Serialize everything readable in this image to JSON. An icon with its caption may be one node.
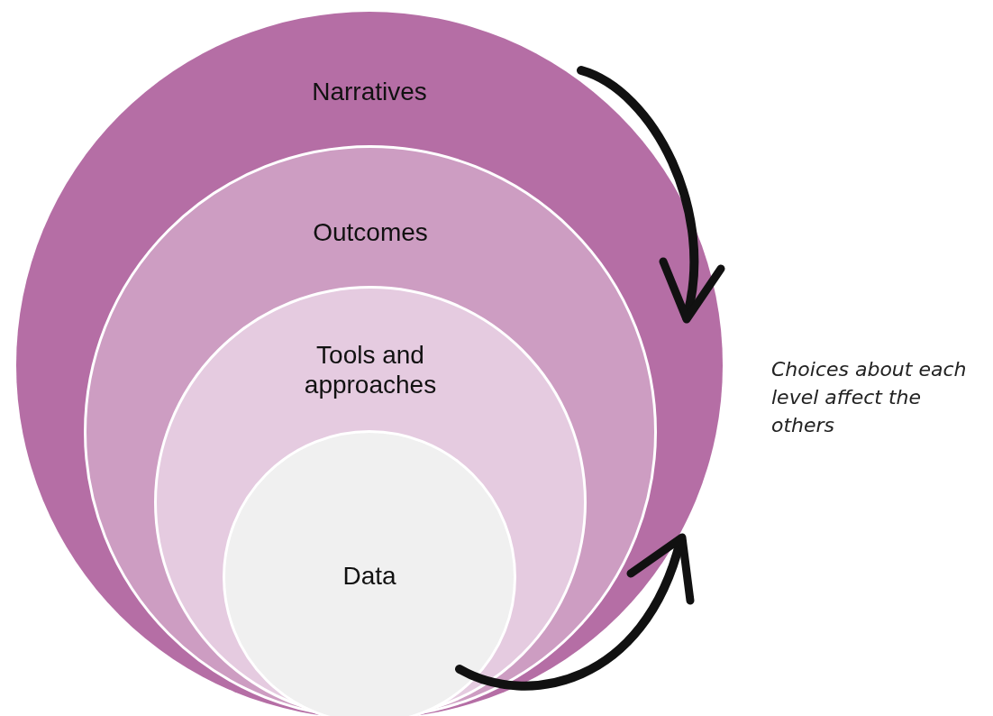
{
  "diagram": {
    "nodes": [
      {
        "text": [
          "Narratives"
        ]
      },
      {
        "text": [
          "Outcomes"
        ],
        "in": 0
      },
      {
        "text": [
          "Tools and approaches"
        ],
        "in": 1
      },
      {
        "text": [
          "Data"
        ],
        "in": 2
      }
    ],
    "labels": [
      "Choices about each level affect the others"
    ]
  }
}
